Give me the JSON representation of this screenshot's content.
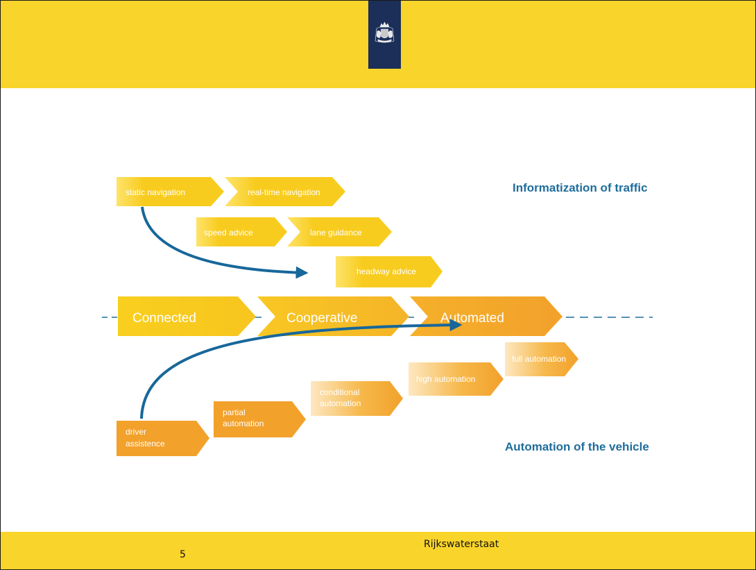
{
  "header": {
    "logo_name": "dutch-royal-coat-of-arms-icon",
    "colors": {
      "band": "#f9d42a",
      "logo_bg": "#1b2f58"
    }
  },
  "diagram": {
    "top_title": "Informatization of traffic",
    "bottom_title": "Automation of the vehicle",
    "stages": [
      {
        "label": "Connected"
      },
      {
        "label": "Cooperative"
      },
      {
        "label": "Automated"
      }
    ],
    "information_steps": [
      {
        "lines": [
          "static navigation"
        ]
      },
      {
        "lines": [
          "real-time navigation"
        ]
      },
      {
        "lines": [
          "speed advice"
        ]
      },
      {
        "lines": [
          "lane guidance"
        ]
      },
      {
        "lines": [
          "headway advice"
        ]
      }
    ],
    "automation_steps": [
      {
        "lines": [
          "driver",
          "assistence"
        ]
      },
      {
        "lines": [
          "partial",
          "automation"
        ]
      },
      {
        "lines": [
          "conditional",
          "automation"
        ]
      },
      {
        "lines": [
          "high automation"
        ]
      },
      {
        "lines": [
          "full automation"
        ]
      }
    ],
    "colors": {
      "title_blue": "#1f6d9c",
      "arrow_blue": "#17679a",
      "yellow": "#f8cc1f",
      "orange": "#f3a328"
    }
  },
  "footer": {
    "page_number": "5",
    "organization": "Rijkswaterstaat"
  }
}
